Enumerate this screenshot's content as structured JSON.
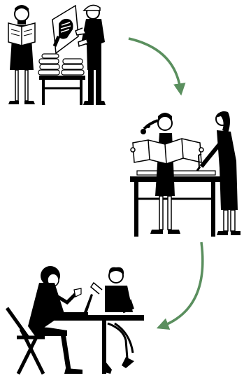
{
  "colors": {
    "ink": "#000000",
    "paper": "#ffffff",
    "arrow": "#5a8f5e"
  },
  "scenes": [
    {
      "id": "scene-1",
      "icon": "poster-display-scene"
    },
    {
      "id": "scene-2",
      "icon": "map-reading-scene"
    },
    {
      "id": "scene-3",
      "icon": "laptop-discussion-scene"
    }
  ],
  "arrows": [
    {
      "id": "arrow-1",
      "icon": "curved-arrow-right-down"
    },
    {
      "id": "arrow-2",
      "icon": "curved-arrow-down-left"
    }
  ]
}
